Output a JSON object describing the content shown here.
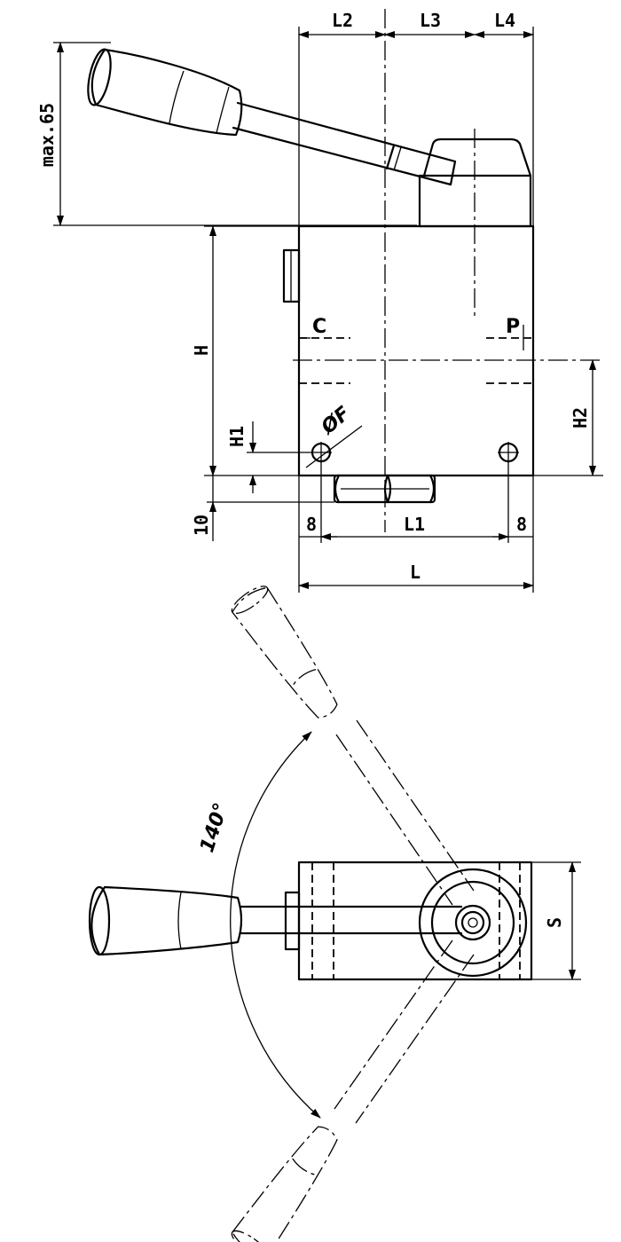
{
  "dimensions": {
    "l2": "L2",
    "l3": "L3",
    "l4": "L4",
    "max65": "max.65",
    "h": "H",
    "h1": "H1",
    "h2": "H2",
    "ten": "10",
    "eight_left": "8",
    "eight_right": "8",
    "l1": "L1",
    "l": "L",
    "phi_f": "ØF",
    "angle": "140°",
    "s": "S"
  },
  "ports": {
    "c": "C",
    "p": "P"
  }
}
